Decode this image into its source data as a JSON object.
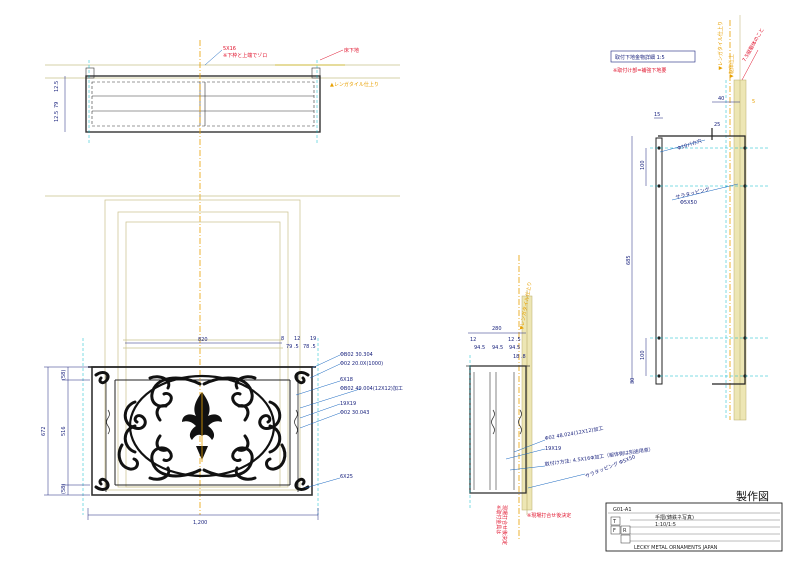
{
  "sheet_title": "製作図",
  "top_view": {
    "note_bar": "5X16",
    "note_attach": "※下枠と上端でゾロ",
    "note_floor": "床下地",
    "note_finish": "▲レンガタイル仕上り",
    "dims_left": [
      "12.5",
      "79",
      "12.5"
    ]
  },
  "front_view": {
    "dim_820": "820",
    "dims_right_top": [
      "8",
      "12",
      "19"
    ],
    "dims_right_sub": "79 .5",
    "dim_78": "78 .5",
    "dim_total": "1,200",
    "dims_left": [
      "672",
      "516",
      "(58)",
      "(58)"
    ],
    "labels": [
      "ΦB02 30.304",
      "Φ02 20.0X(1000)",
      "6X18",
      "ΦB02 49.004(12X12)加工",
      "19X19",
      "Φ02 30.043",
      "6X25"
    ]
  },
  "side_view": {
    "dim_280": "280",
    "dims_sub": [
      "12",
      "12 .5",
      "94.5",
      "94.5",
      "94.5"
    ],
    "dim_18": "18 .8",
    "labels": [
      "Φ02 48.024(12X12)加工",
      "19X19",
      "取付け方法: 4.5X16Φ加工（躯体側は別途用意）",
      "サラタッピング Φ5X50"
    ],
    "note_finish": "▼レンガタイル仕上り",
    "note_site_1": "※取付金具は",
    "note_site_2": "現場打合せ後決定",
    "note_site_3": "※現場打合せ後決定"
  },
  "detail_view": {
    "title": "取付下地金物詳細  1:5",
    "note": "※取付け部=補強下地要",
    "note_finish": "▼レンガタイル仕上り",
    "note_finish2": "▼躯体仕上",
    "note_wall": "7.5縦躯体のこと",
    "dim_40": "40",
    "dim_15": "15",
    "dim_25": "25",
    "dim_100a": "100",
    "dim_685": "685",
    "dim_100b": "100",
    "dim_30": "30",
    "label_1": "Φ10バカ穴",
    "label_2": "サラタッピング",
    "label_3": "Φ5X50",
    "dim_5": "5"
  },
  "title_block": {
    "drawing_no": "G01-A1",
    "item": "手摺(鋳鉄ネ写真)",
    "scale": "1:10/1:5",
    "tfr": [
      "T",
      "F",
      "R"
    ],
    "company": "LECKY METAL ORNAMENTS JAPAN"
  }
}
